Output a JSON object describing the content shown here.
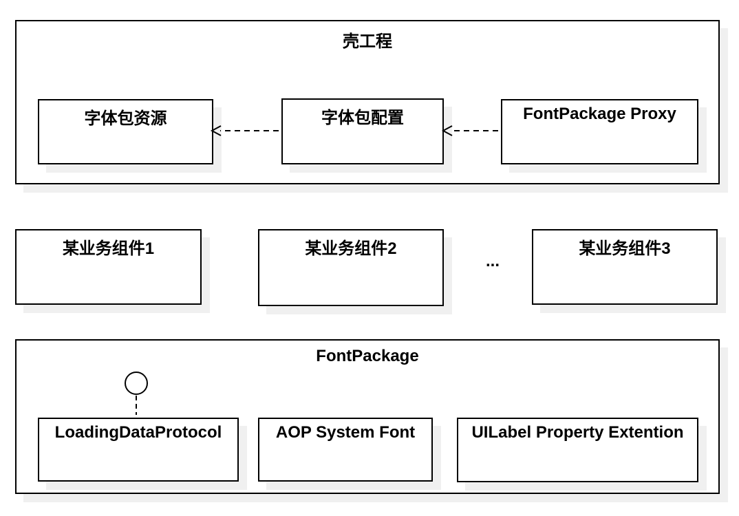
{
  "diagram": {
    "type": "component-architecture-diagram",
    "colors": {
      "background": "#ffffff",
      "node_fill": "#ffffff",
      "border": "#000000",
      "shadow": "#f0f0f0"
    },
    "shell": {
      "title": "壳工程",
      "font_resource_label": "字体包资源",
      "font_config_label": "字体包配置",
      "proxy_label": "FontPackage Proxy"
    },
    "business": {
      "box1_label": "某业务组件1",
      "box2_label": "某业务组件2",
      "box3_label": "某业务组件3",
      "ellipsis": "..."
    },
    "fontpackage": {
      "title": "FontPackage",
      "protocol_label": "LoadingDataProtocol",
      "aop_label": "AOP System Font",
      "uilabel_label": "UILabel Property Extention"
    },
    "icons": {
      "interface_lollipop": "provided-interface-circle"
    },
    "connections": [
      {
        "from": "字体包配置",
        "to": "字体包资源",
        "style": "dashed-open-arrow"
      },
      {
        "from": "FontPackage Proxy",
        "to": "字体包配置",
        "style": "dashed-open-arrow"
      },
      {
        "from": "LoadingDataProtocol",
        "to": "interface-lollipop",
        "style": "dashed-line"
      }
    ]
  }
}
